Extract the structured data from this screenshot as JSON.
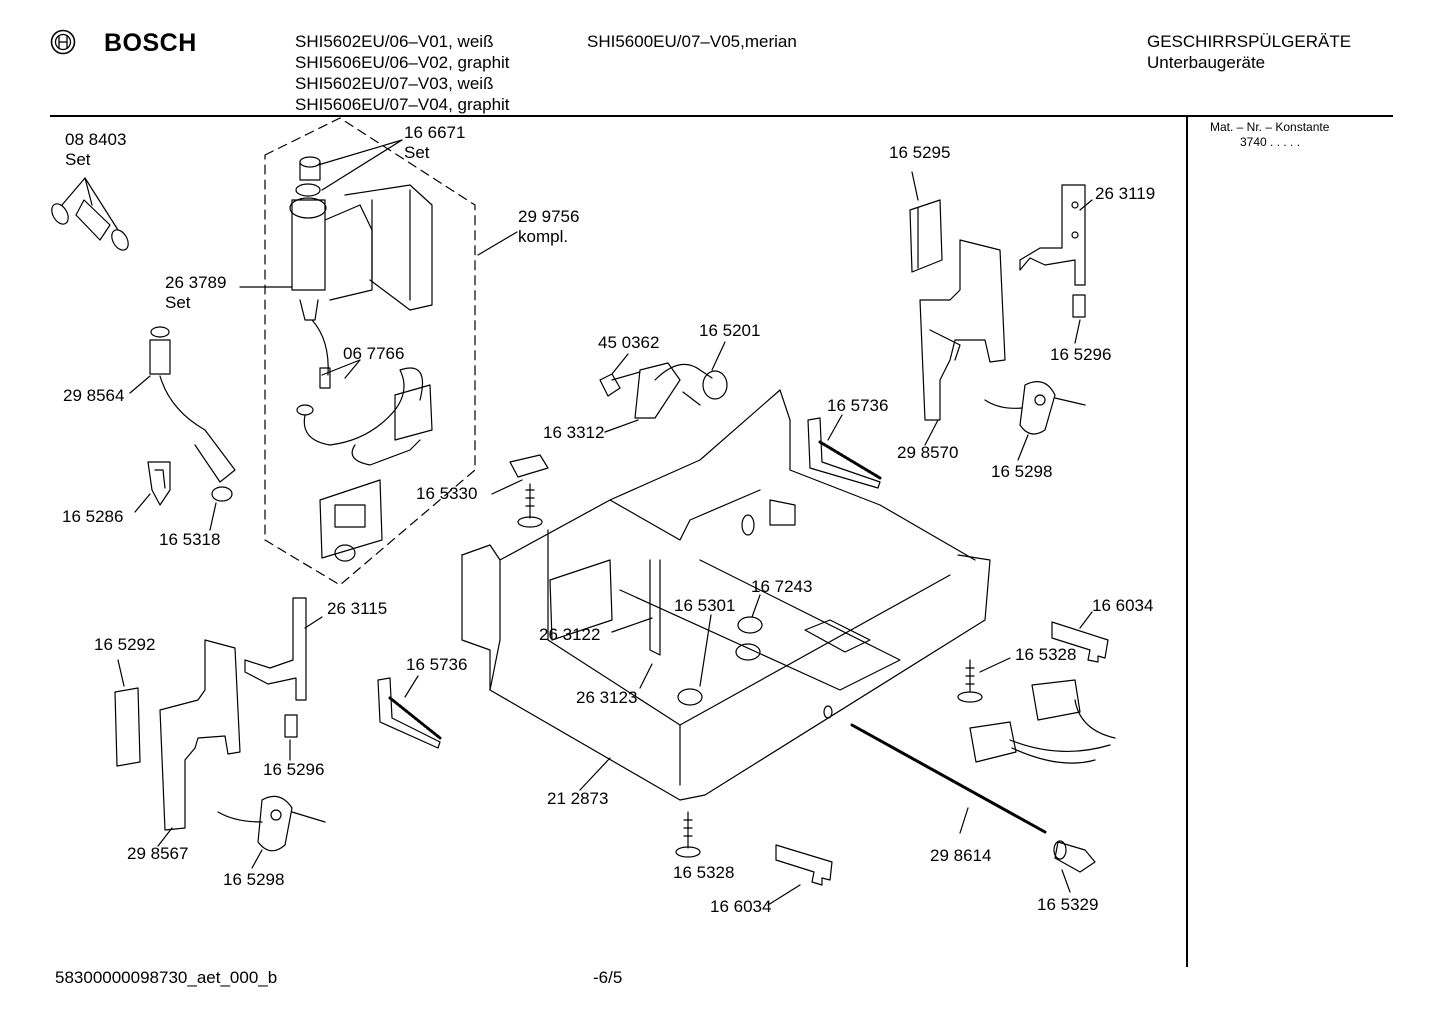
{
  "header": {
    "brand": "BOSCH",
    "models_col1": [
      "SHI5602EU/06–V01, weiß",
      "SHI5606EU/06–V02, graphit",
      "SHI5602EU/07–V03, weiß",
      "SHI5606EU/07–V04, graphit"
    ],
    "models_col2": [
      "SHI5600EU/07–V05,merian"
    ],
    "category": "GESCHIRRSPÜLGERÄTE",
    "subcategory": "Unterbaugeräte"
  },
  "sidebar": {
    "title": "Mat. – Nr. – Konstante",
    "value": "3740 .   .   .   .   ."
  },
  "parts": [
    {
      "id": "p1",
      "number": "08 8403",
      "note": "Set"
    },
    {
      "id": "p2",
      "number": "16 6671",
      "note": "Set"
    },
    {
      "id": "p3",
      "number": "29 9756",
      "note": "kompl."
    },
    {
      "id": "p4",
      "number": "26 3789",
      "note": "Set"
    },
    {
      "id": "p5",
      "number": "06 7766"
    },
    {
      "id": "p6",
      "number": "29 8564"
    },
    {
      "id": "p7",
      "number": "16 5286"
    },
    {
      "id": "p8",
      "number": "16 5318"
    },
    {
      "id": "p9",
      "number": "45 0362"
    },
    {
      "id": "p10",
      "number": "16 5201"
    },
    {
      "id": "p11",
      "number": "16 3312"
    },
    {
      "id": "p12",
      "number": "16 5330"
    },
    {
      "id": "p13",
      "number": "16 5736"
    },
    {
      "id": "p14",
      "number": "16 5295"
    },
    {
      "id": "p15",
      "number": "26 3119"
    },
    {
      "id": "p16",
      "number": "16 5296"
    },
    {
      "id": "p17",
      "number": "29 8570"
    },
    {
      "id": "p18",
      "number": "16 5298"
    },
    {
      "id": "p19",
      "number": "16 7243"
    },
    {
      "id": "p20",
      "number": "16 5301"
    },
    {
      "id": "p21",
      "number": "26 3122"
    },
    {
      "id": "p22",
      "number": "26 3123"
    },
    {
      "id": "p23",
      "number": "16 6034"
    },
    {
      "id": "p24",
      "number": "16 5328"
    },
    {
      "id": "p25",
      "number": "26 3115"
    },
    {
      "id": "p26",
      "number": "16 5292"
    },
    {
      "id": "p27",
      "number": "16 5736"
    },
    {
      "id": "p28",
      "number": "16 5296"
    },
    {
      "id": "p29",
      "number": "29 8567"
    },
    {
      "id": "p30",
      "number": "16 5298"
    },
    {
      "id": "p31",
      "number": "21 2873"
    },
    {
      "id": "p32",
      "number": "16 5328"
    },
    {
      "id": "p33",
      "number": "16 6034"
    },
    {
      "id": "p34",
      "number": "29 8614"
    },
    {
      "id": "p35",
      "number": "16 5329"
    }
  ],
  "footer": {
    "document_id": "58300000098730_aet_000_b",
    "page": "-6/5"
  }
}
